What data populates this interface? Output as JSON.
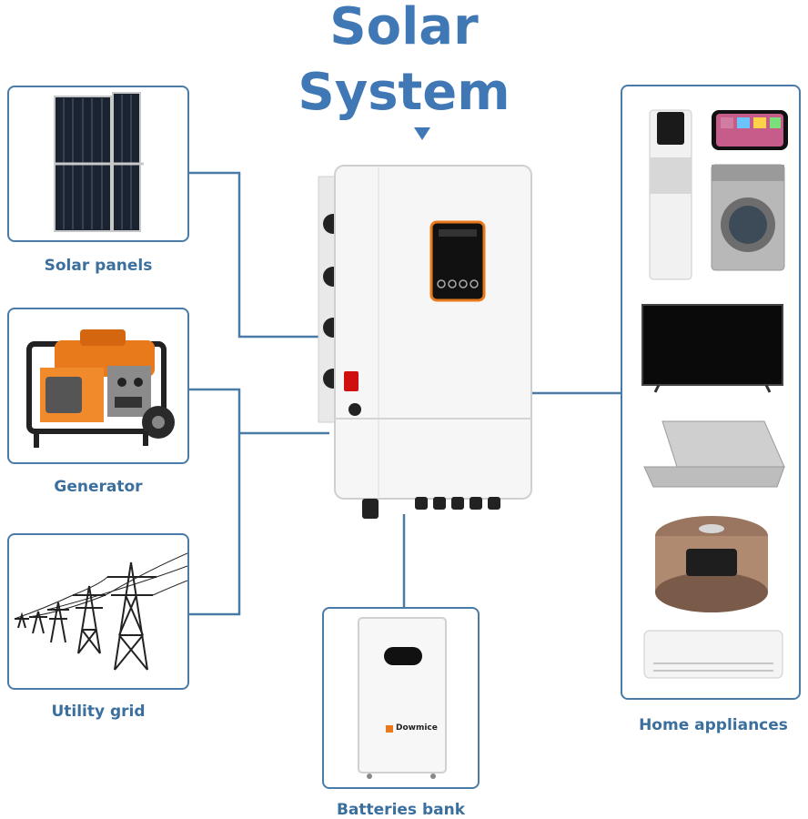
{
  "title": {
    "line1": "Solar",
    "line2": "System"
  },
  "sources": {
    "solar_panels": "Solar panels",
    "generator": "Generator",
    "utility_grid": "Utility grid"
  },
  "batteries": {
    "label": "Batteries bank",
    "brand": "Dowmice"
  },
  "appliances": {
    "label": "Home appliances"
  },
  "colors": {
    "title": "#3f78b5",
    "wire": "#4a7ba6",
    "label": "#3b6f9e",
    "inverter_accent": "#e87a1c"
  }
}
